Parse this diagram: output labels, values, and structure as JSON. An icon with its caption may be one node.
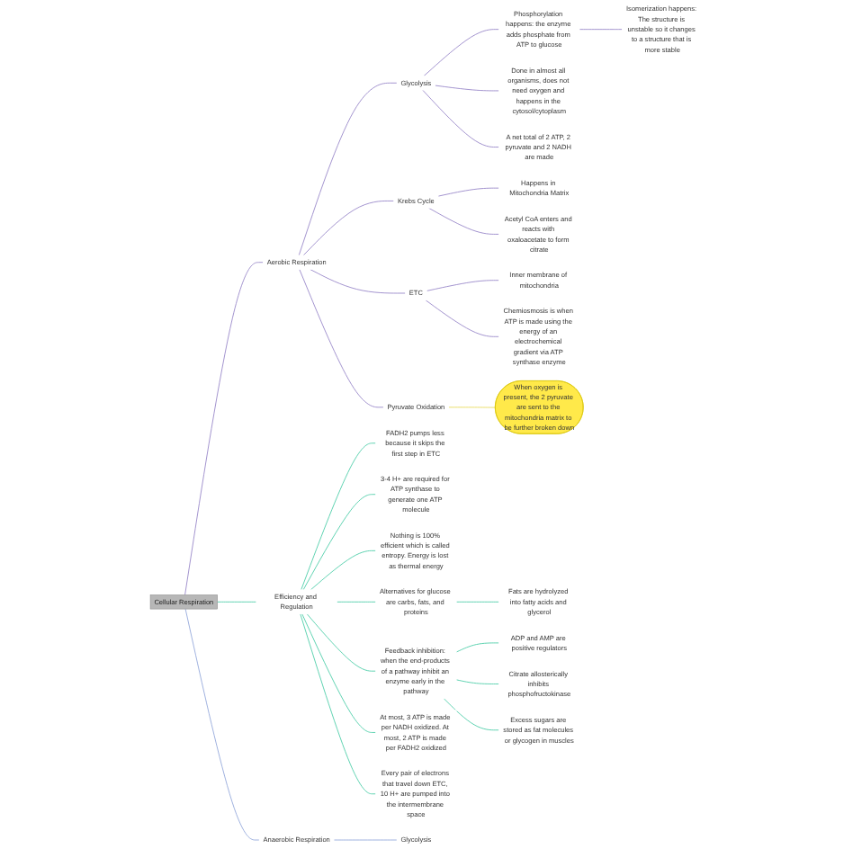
{
  "diagram": {
    "nodes": [
      {
        "text": [
          "Cellular Respiration"
        ]
      },
      {
        "text": [
          "Aerobic Respiration"
        ]
      },
      {
        "text": [
          "Pyruvate Oxidation"
        ]
      },
      {
        "text": [
          "When oxygen is present, the 2 pyruvate are sent to the mitochondria matrix to be further broken down"
        ]
      },
      {
        "text": [
          "Krebs Cycle"
        ]
      },
      {
        "text": [
          "Happens in Mitochondria Matrix"
        ]
      },
      {
        "text": [
          "Acetyl CoA enters and reacts with oxaloacetate to form citrate"
        ]
      },
      {
        "text": [
          "ETC"
        ]
      },
      {
        "text": [
          "Inner membrane of mitochondria"
        ]
      },
      {
        "text": [
          "Chemiosmosis is when ATP is made using the energy of an electrochemical gradient via ATP synthase enzyme"
        ]
      },
      {
        "text": [
          "Glycolysis"
        ]
      },
      {
        "text": [
          "Done in almost all organisms, does not need oxygen and happens in the cytosol/cytoplasm"
        ]
      },
      {
        "text": [
          "A net total of 2 ATP, 2 pyruvate and 2 NADH are made"
        ]
      },
      {
        "text": [
          "Phosphorylation happens: the enzyme adds phosphate from ATP to glucose"
        ]
      },
      {
        "text": [
          "Isomerization happens: The structure is unstable so it changes to a structure that is more stable"
        ]
      },
      {
        "text": [
          "Efficiency and Regulation"
        ]
      },
      {
        "text": [
          "FADH2 pumps less because it skips the first step in ETC"
        ]
      },
      {
        "text": [
          "3-4 H+ are required for ATP synthase to generate one ATP molecule"
        ]
      },
      {
        "text": [
          "Nothing is 100% efficient which is called entropy. Energy is lost as thermal energy"
        ]
      },
      {
        "text": [
          "Alternatives for glucose are carbs, fats, and proteins"
        ]
      },
      {
        "text": [
          "Fats are hydrolyzed into fatty acids and glycerol"
        ]
      },
      {
        "text": [
          "Feedback inhibition: when the end-products of a pathway inhibit an enzyme early in the pathway"
        ]
      },
      {
        "text": [
          "ADP and AMP are positive regulators"
        ]
      },
      {
        "text": [
          "Citrate allosterically inhibits phosphofructokinase"
        ]
      },
      {
        "text": [
          "Anaerobic Respiration"
        ]
      },
      {
        "text": [
          "Glycolysis"
        ]
      },
      {
        "text": [
          "At most, 3 ATP is made per NADH oxidized. At most, 2 ATP is made per FADH2 oxidized"
        ]
      },
      {
        "text": [
          "Every pair of electrons that travel down ETC, 10 H+ are pumped into the intermembrane space"
        ]
      },
      {
        "text": [
          "Excess sugars are stored as fat molecules or glycogen in muscles"
        ]
      }
    ],
    "edges": [
      {
        "from": 0,
        "to": 1,
        "arrow": "none"
      },
      {
        "from": 1,
        "to": 10,
        "arrow": "none"
      },
      {
        "from": 10,
        "to": 13,
        "arrow": "none"
      },
      {
        "from": 13,
        "to": 14,
        "arrow": "none"
      },
      {
        "from": 10,
        "to": 11,
        "arrow": "none"
      },
      {
        "from": 10,
        "to": 12,
        "arrow": "none"
      },
      {
        "from": 1,
        "to": 4,
        "arrow": "none"
      },
      {
        "from": 4,
        "to": 5,
        "arrow": "none"
      },
      {
        "from": 4,
        "to": 6,
        "arrow": "none"
      },
      {
        "from": 1,
        "to": 7,
        "arrow": "none"
      },
      {
        "from": 7,
        "to": 8,
        "arrow": "none"
      },
      {
        "from": 7,
        "to": 9,
        "arrow": "none"
      },
      {
        "from": 1,
        "to": 2,
        "arrow": "none"
      },
      {
        "from": 2,
        "to": 3,
        "arrow": "none",
        "color": "#e6d84a"
      },
      {
        "from": 0,
        "to": 15,
        "arrow": "none",
        "color": "#3cc8a0"
      },
      {
        "from": 15,
        "to": 16,
        "arrow": "none",
        "color": "#3cc8a0"
      },
      {
        "from": 15,
        "to": 17,
        "arrow": "none",
        "color": "#3cc8a0"
      },
      {
        "from": 15,
        "to": 18,
        "arrow": "none",
        "color": "#3cc8a0"
      },
      {
        "from": 15,
        "to": 19,
        "arrow": "none",
        "color": "#3cc8a0"
      },
      {
        "from": 19,
        "to": 20,
        "arrow": "none",
        "color": "#3cc8a0"
      },
      {
        "from": 15,
        "to": 21,
        "arrow": "none",
        "color": "#3cc8a0"
      },
      {
        "from": 21,
        "to": 22,
        "arrow": "none",
        "color": "#3cc8a0"
      },
      {
        "from": 21,
        "to": 23,
        "arrow": "none",
        "color": "#3cc8a0"
      },
      {
        "from": 0,
        "to": 24,
        "arrow": "none",
        "color": "#8aa0d8"
      },
      {
        "from": 24,
        "to": 25,
        "arrow": "none",
        "color": "#8aa0d8"
      },
      {
        "from": 15,
        "to": 26,
        "arrow": "none",
        "color": "#3cc8a0"
      },
      {
        "from": 15,
        "to": 27,
        "arrow": "none",
        "color": "#3cc8a0"
      },
      {
        "from": 21,
        "to": 28,
        "arrow": "none",
        "color": "#3cc8a0"
      }
    ]
  }
}
